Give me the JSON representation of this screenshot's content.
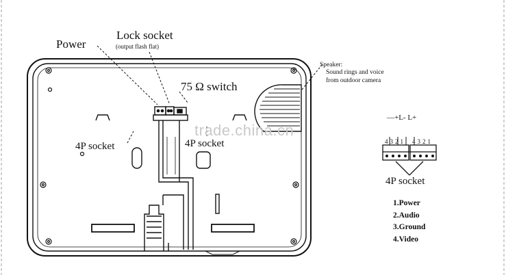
{
  "labels": {
    "power": "Power",
    "lock_socket": "Lock socket",
    "lock_socket_note": "(output flash flat)",
    "switch_75": "75 Ω switch",
    "speaker_title": "Speaker:",
    "speaker_line1": "Sound rings and voice",
    "speaker_line2": "from outdoor camera",
    "socket_left": "4P socket",
    "socket_mid": "4P socket",
    "socket_right": "4P socket",
    "polarity": "—+L- L+"
  },
  "connector": {
    "pin_numbers_a": [
      "4",
      "3",
      "2",
      "1"
    ],
    "pin_numbers_b": [
      "4",
      "3",
      "2",
      "1"
    ]
  },
  "pin_legend": [
    "1.Power",
    "2.Audio",
    "3.Ground",
    "4.Video"
  ],
  "watermark": "trade.china.cn"
}
